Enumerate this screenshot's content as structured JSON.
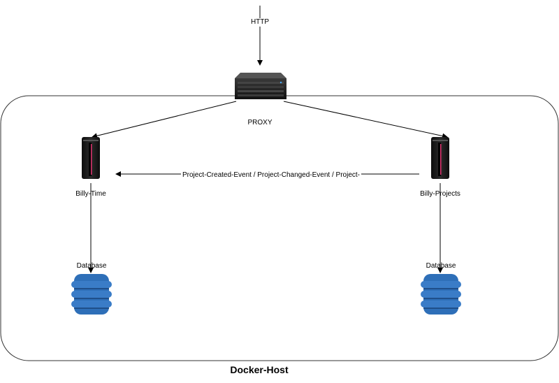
{
  "diagram": {
    "container_label": "Docker-Host",
    "http_label": "HTTP",
    "proxy_label": "PROXY",
    "billy_time_label": "Billy-Time",
    "billy_projects_label": "Billy-Projects",
    "db_left_label": "Database",
    "db_right_label": "Database",
    "event_edge_label": "Project-Created-Event / Project-Changed-Event / Project-"
  },
  "colors": {
    "line": "#000000",
    "container_border": "#333333",
    "server_dark": "#1a1a1a",
    "server_accent": "#e0306e",
    "db_blue": "#2e6fb8",
    "db_blue_dark": "#1f4f8a"
  },
  "icons": {
    "proxy": "rack-server-icon",
    "billy_time": "tower-server-icon",
    "billy_projects": "tower-server-icon",
    "db_left": "database-icon",
    "db_right": "database-icon"
  }
}
